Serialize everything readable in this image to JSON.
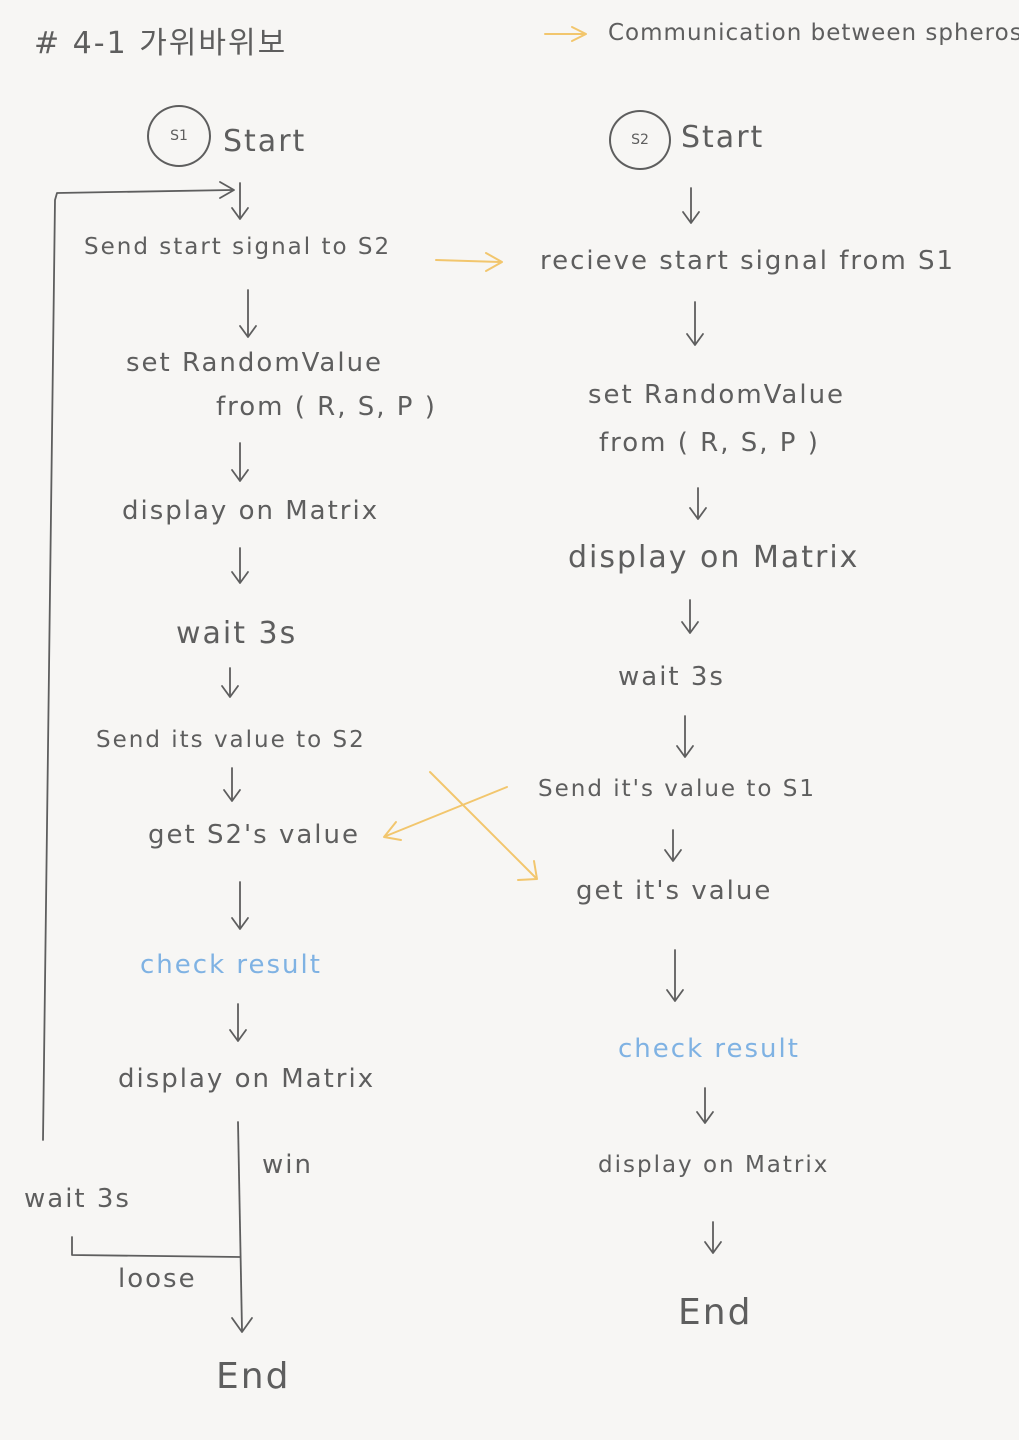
{
  "title": "# 4-1 가위바위보",
  "legend": {
    "label": "Communication between spheros",
    "arrow_color": "#f2c66d"
  },
  "colors": {
    "ink": "#5e5e5e",
    "highlight": "#7fb2e3",
    "communication": "#f2c66d"
  },
  "s1": {
    "node_label": "S1",
    "start": "Start",
    "send_start": "Send  start  signal  to  S2",
    "set_random_line1": "set  RandomValue",
    "set_random_line2": "from ( R, S, P )",
    "display1": "display  on  Matrix",
    "wait1": "wait  3s",
    "send_value": "Send  its  value  to  S2",
    "get_value": "get  S2's  value",
    "check": "check  result",
    "display2": "display  on  Matrix",
    "win": "win",
    "wait2": "wait  3s",
    "lose": "loose",
    "end": "End"
  },
  "s2": {
    "node_label": "S2",
    "start": "Start",
    "receive": "recieve  start  signal  from  S1",
    "set_random_line1": "set  RandomValue",
    "set_random_line2": "from  ( R, S, P )",
    "display1": "display  on  Matrix",
    "wait1": "wait  3s",
    "send_value": "Send  it's  value  to  S1",
    "get_value": "get  it's  value",
    "check": "check  result",
    "display2": "display  on  Matrix",
    "end": "End"
  }
}
